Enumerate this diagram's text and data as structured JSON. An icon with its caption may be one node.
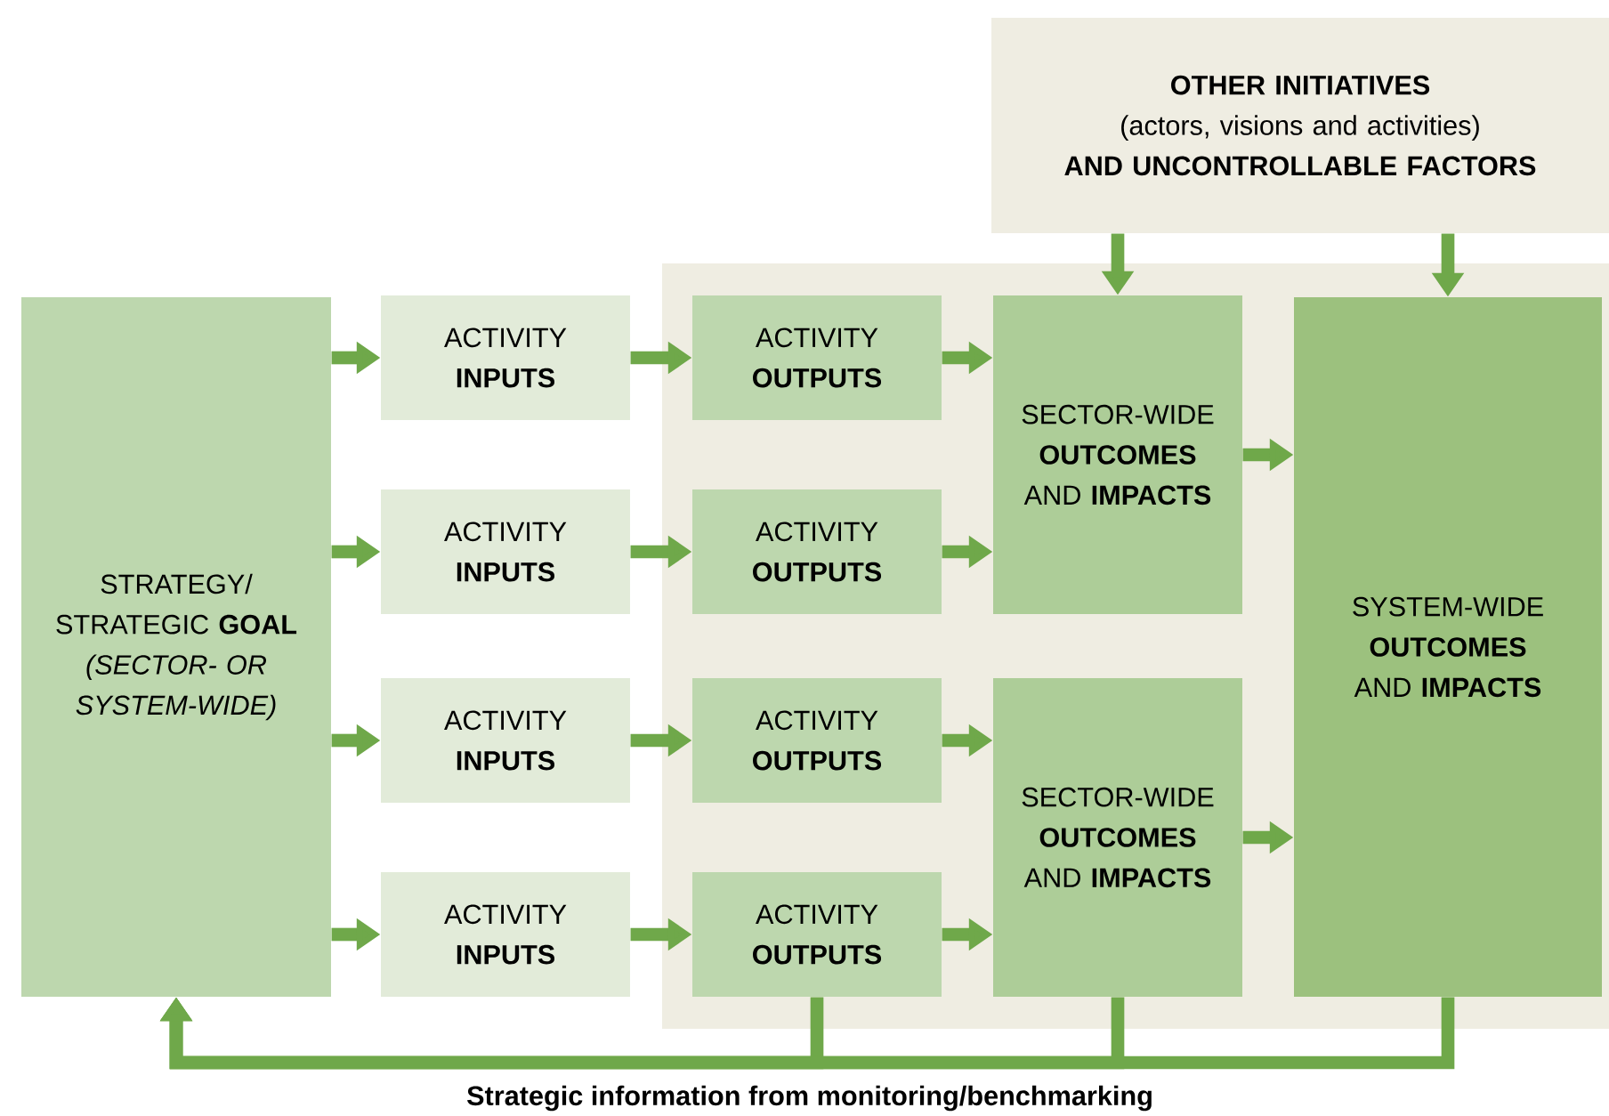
{
  "diagram": {
    "nodes": [
      {
        "text": [
          "OTHER INITIATIVES",
          "(actors, visions and activities)",
          "AND UNCONTROLLABLE FACTORS"
        ]
      },
      {
        "text": [],
        "shape": "box"
      },
      {
        "text": [
          "STRATEGY/ STRATEGIC **GOAL**",
          "(SECTOR- OR SYSTEM-WIDE)"
        ]
      },
      {
        "text": [
          "ACTIVITY **INPUTS**"
        ]
      },
      {
        "text": [
          "ACTIVITY **INPUTS**"
        ]
      },
      {
        "text": [
          "ACTIVITY **INPUTS**"
        ]
      },
      {
        "text": [
          "ACTIVITY **INPUTS**"
        ]
      },
      {
        "text": [
          "ACTIVITY **OUTPUTS**"
        ],
        "in": 1
      },
      {
        "text": [
          "ACTIVITY **OUTPUTS**"
        ],
        "in": 1
      },
      {
        "text": [
          "ACTIVITY **OUTPUTS**"
        ],
        "in": 1
      },
      {
        "text": [
          "ACTIVITY **OUTPUTS**"
        ],
        "in": 1
      },
      {
        "text": [
          "SECTOR-WIDE **OUTCOMES** AND **IMPACTS**"
        ],
        "in": 1
      },
      {
        "text": [
          "SECTOR-WIDE **OUTCOMES** AND **IMPACTS**"
        ],
        "in": 1
      },
      {
        "text": [
          "SYSTEM-WIDE **OUTCOMES** AND **IMPACTS**"
        ],
        "in": 1
      }
    ],
    "edges": [
      {
        "from": 2,
        "to": 3,
        "arrow": "to"
      },
      {
        "from": 2,
        "to": 4,
        "arrow": "to"
      },
      {
        "from": 2,
        "to": 5,
        "arrow": "to"
      },
      {
        "from": 2,
        "to": 6,
        "arrow": "to"
      },
      {
        "from": 3,
        "to": 7,
        "arrow": "to"
      },
      {
        "from": 4,
        "to": 8,
        "arrow": "to"
      },
      {
        "from": 5,
        "to": 9,
        "arrow": "to"
      },
      {
        "from": 6,
        "to": 10,
        "arrow": "to"
      },
      {
        "from": 7,
        "to": 11,
        "arrow": "to"
      },
      {
        "from": 8,
        "to": 11,
        "arrow": "to"
      },
      {
        "from": 9,
        "to": 12,
        "arrow": "to"
      },
      {
        "from": 10,
        "to": 12,
        "arrow": "to"
      },
      {
        "from": 11,
        "to": 13,
        "arrow": "to"
      },
      {
        "from": 12,
        "to": 13,
        "arrow": "to"
      },
      {
        "from": 0,
        "to": 11,
        "arrow": "to"
      },
      {
        "from": 0,
        "to": 13,
        "arrow": "to"
      },
      {
        "from": 10,
        "to": 2,
        "arrow": "to",
        "label": "Strategic information from monitoring/benchmarking"
      },
      {
        "from": 12,
        "to": 2,
        "arrow": "to"
      },
      {
        "from": 13,
        "to": 2,
        "arrow": "to"
      }
    ]
  }
}
